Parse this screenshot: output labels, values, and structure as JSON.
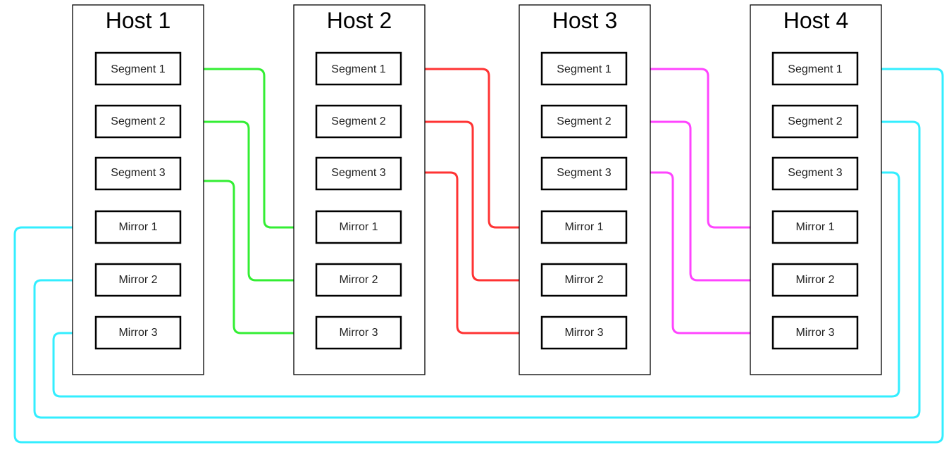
{
  "colors": {
    "host1_links": "#33ee33",
    "host2_links": "#ff3333",
    "host3_links": "#ff44ff",
    "host4_links": "#33eeff"
  },
  "hosts": [
    {
      "title": "Host 1",
      "nodes": [
        {
          "label": "Segment 1"
        },
        {
          "label": "Segment 2"
        },
        {
          "label": "Segment 3"
        },
        {
          "label": "Mirror 1"
        },
        {
          "label": "Mirror 2"
        },
        {
          "label": "Mirror 3"
        }
      ]
    },
    {
      "title": "Host 2",
      "nodes": [
        {
          "label": "Segment 1"
        },
        {
          "label": "Segment 2"
        },
        {
          "label": "Segment 3"
        },
        {
          "label": "Mirror 1"
        },
        {
          "label": "Mirror 2"
        },
        {
          "label": "Mirror 3"
        }
      ]
    },
    {
      "title": "Host 3",
      "nodes": [
        {
          "label": "Segment 1"
        },
        {
          "label": "Segment 2"
        },
        {
          "label": "Segment 3"
        },
        {
          "label": "Mirror 1"
        },
        {
          "label": "Mirror 2"
        },
        {
          "label": "Mirror 3"
        }
      ]
    },
    {
      "title": "Host 4",
      "nodes": [
        {
          "label": "Segment 1"
        },
        {
          "label": "Segment 2"
        },
        {
          "label": "Segment 3"
        },
        {
          "label": "Mirror 1"
        },
        {
          "label": "Mirror 2"
        },
        {
          "label": "Mirror 3"
        }
      ]
    }
  ],
  "links": [
    {
      "from": "Host 1 / Segment 1",
      "to": "Host 2 / Mirror 1"
    },
    {
      "from": "Host 1 / Segment 2",
      "to": "Host 2 / Mirror 2"
    },
    {
      "from": "Host 1 / Segment 3",
      "to": "Host 2 / Mirror 3"
    },
    {
      "from": "Host 2 / Segment 1",
      "to": "Host 3 / Mirror 1"
    },
    {
      "from": "Host 2 / Segment 2",
      "to": "Host 3 / Mirror 2"
    },
    {
      "from": "Host 2 / Segment 3",
      "to": "Host 3 / Mirror 3"
    },
    {
      "from": "Host 3 / Segment 1",
      "to": "Host 4 / Mirror 1"
    },
    {
      "from": "Host 3 / Segment 2",
      "to": "Host 4 / Mirror 2"
    },
    {
      "from": "Host 3 / Segment 3",
      "to": "Host 4 / Mirror 3"
    },
    {
      "from": "Host 4 / Segment 1",
      "to": "Host 1 / Mirror 1"
    },
    {
      "from": "Host 4 / Segment 2",
      "to": "Host 1 / Mirror 2"
    },
    {
      "from": "Host 4 / Segment 3",
      "to": "Host 1 / Mirror 3"
    }
  ]
}
